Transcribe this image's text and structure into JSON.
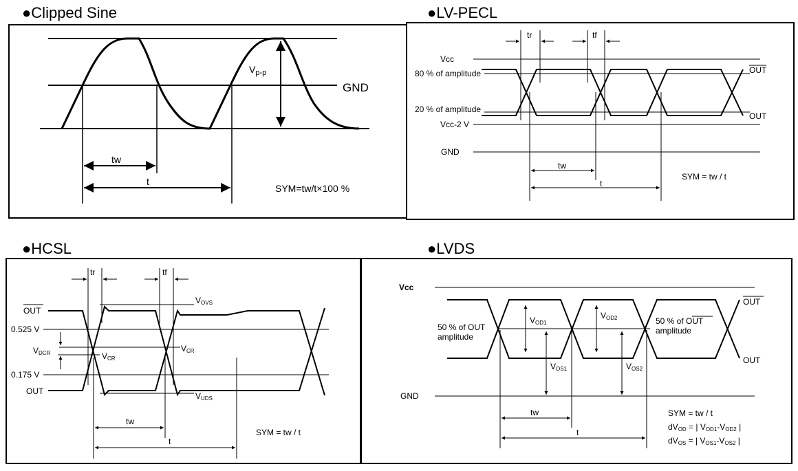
{
  "bullet": "●",
  "panels": {
    "clipped_sine": {
      "title": "Clipped Sine",
      "gnd": "GND",
      "vpp_main": "V",
      "vpp_sub": "p-p",
      "tw": "tw",
      "t": "t",
      "sym": "SYM=tw/t×100 %"
    },
    "lvpecl": {
      "title": "LV-PECL",
      "tr": "tr",
      "tf": "tf",
      "vcc": "Vcc",
      "amp80": "80 % of amplitude",
      "amp20": "20 % of amplitude",
      "vcc2": "Vcc-2 V",
      "gnd": "GND",
      "out_bar": "OUT",
      "out": "OUT",
      "tw": "tw",
      "t": "t",
      "sym": "SYM = tw / t"
    },
    "hcsl": {
      "title": "HCSL",
      "tr": "tr",
      "tf": "tf",
      "out_bar": "OUT",
      "v0525": "0.525 V",
      "v0175": "0.175 V",
      "out": "OUT",
      "vdcr_main": "V",
      "vdcr_sub": "DCR",
      "vcr_main": "V",
      "vcr_sub": "CR",
      "vovs_main": "V",
      "vovs_sub": "OVS",
      "vuds_main": "V",
      "vuds_sub": "UDS",
      "tw": "tw",
      "t": "t",
      "sym": "SYM = tw / t"
    },
    "lvds": {
      "title": "LVDS",
      "vcc": "Vcc",
      "gnd": "GND",
      "out_bar": "OUT",
      "out": "OUT",
      "amp_left_1": "50 % of OUT",
      "amp_left_2": "amplitude",
      "amp_right_1": "50 % of",
      "amp_right_bar": "OUT",
      "amp_right_2": "amplitude",
      "v_main": "V",
      "vod1_sub": "OD1",
      "vod2_sub": "OD2",
      "vos1_sub": "OS1",
      "vos2_sub": "OS2",
      "tw": "tw",
      "t": "t",
      "sym": "SYM = tw / t",
      "dvod_pre": "dV",
      "dvod_sub": "OD",
      "dvos_sub": "OS",
      "eq_open": " = | V",
      "eq_mid": "-V",
      "eq_close": " |"
    }
  }
}
